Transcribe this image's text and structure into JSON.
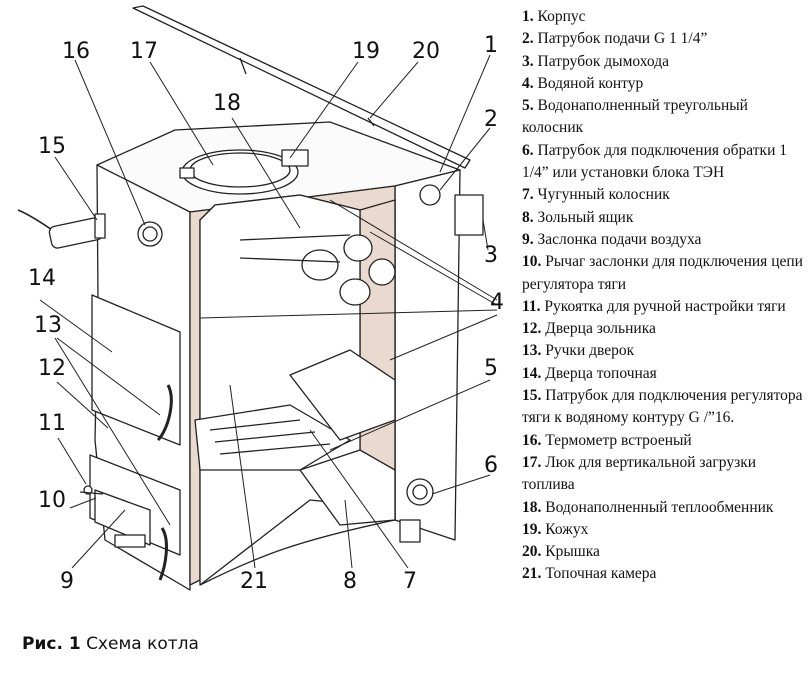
{
  "caption": {
    "prefix": "Рис. 1",
    "text": "Схема котла"
  },
  "callouts": [
    "1",
    "2",
    "3",
    "4",
    "5",
    "6",
    "7",
    "8",
    "9",
    "10",
    "11",
    "12",
    "13",
    "14",
    "15",
    "16",
    "17",
    "18",
    "19",
    "20",
    "21"
  ],
  "legend": [
    {
      "num": "1.",
      "text": "Корпус"
    },
    {
      "num": "2.",
      "text": "Патрубок подачи G 1 1/4”"
    },
    {
      "num": "3.",
      "text": "Патрубок дымохода"
    },
    {
      "num": "4.",
      "text": "Водяной контур"
    },
    {
      "num": "5.",
      "text": "Водонаполненный треугольный колосник"
    },
    {
      "num": "6.",
      "text": "Патрубок для подключения обратки 1 1/4” или установки блока ТЭН"
    },
    {
      "num": "7.",
      "text": "Чугунный колосник"
    },
    {
      "num": "8.",
      "text": "Зольный ящик"
    },
    {
      "num": "9.",
      "text": "Заслонка подачи воздуха"
    },
    {
      "num": "10.",
      "text": "Рычаг заслонки для подключения цепи регулятора тяги"
    },
    {
      "num": "11.",
      "text": "Рукоятка для ручной настройки тяги"
    },
    {
      "num": "12.",
      "text": "Дверца зольника"
    },
    {
      "num": "13.",
      "text": "Ручки дверок"
    },
    {
      "num": "14.",
      "text": "Дверца топочная"
    },
    {
      "num": "15.",
      "text": "Патрубок для подключения регулятора тяги к водяному контуру G /”16."
    },
    {
      "num": "16.",
      "text": "Термометр встроеный"
    },
    {
      "num": "17.",
      "text": "Люк для вертикальной загрузки топлива"
    },
    {
      "num": "18.",
      "text": "Водонаполненный теплообменник"
    },
    {
      "num": "19.",
      "text": "Кожух"
    },
    {
      "num": "20.",
      "text": "Крышка"
    },
    {
      "num": "21.",
      "text": "Топочная камера"
    }
  ],
  "colors": {
    "water_jacket": "#ead9cf",
    "line": "#222222"
  }
}
